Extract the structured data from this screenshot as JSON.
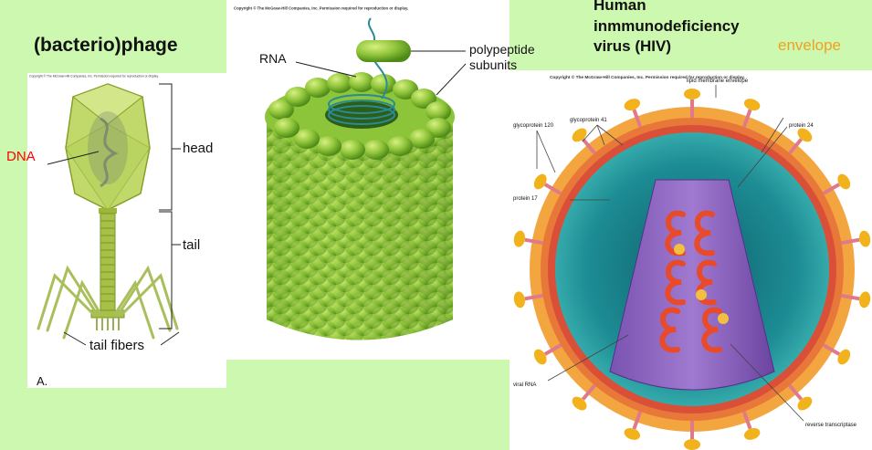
{
  "phage": {
    "title": "(bacterio)phage",
    "copyright": "Copyright © The McGraw-Hill Companies, Inc. Permission required for reproduction or display.",
    "labels": {
      "dna": "DNA",
      "head": "head",
      "tail": "tail",
      "tail_fibers": "tail fibers",
      "panel_letter": "A."
    }
  },
  "tmv": {
    "copyright": "Copyright © The McGraw-Hill Companies, Inc. Permission required for reproduction or display.",
    "labels": {
      "rna": "RNA",
      "polypeptide_line1": "polypeptide",
      "polypeptide_line2": "subunits"
    }
  },
  "hiv": {
    "title_line1": "Human",
    "title_line2": "inmmunodeficiency",
    "title_line3": "virus (HIV)",
    "envelope": "envelope",
    "copyright": "Copyright © The McGraw-Hill Companies, Inc. Permission required for reproduction or display.",
    "labels": {
      "lipid_membrane_envelope": "lipid membrane envelope",
      "glycoprotein41": "glycoprotein 41",
      "glycoprotein120": "glycoprotein 120",
      "protein24": "protein 24",
      "protein17": "protein 17",
      "viral_rna": "viral RNA",
      "reverse_transcriptase": "reverse transcriptase"
    }
  },
  "colors": {
    "panel_green": "#cdf8b0",
    "dna_red": "#ff0000",
    "envelope_orange": "#f0a020"
  }
}
